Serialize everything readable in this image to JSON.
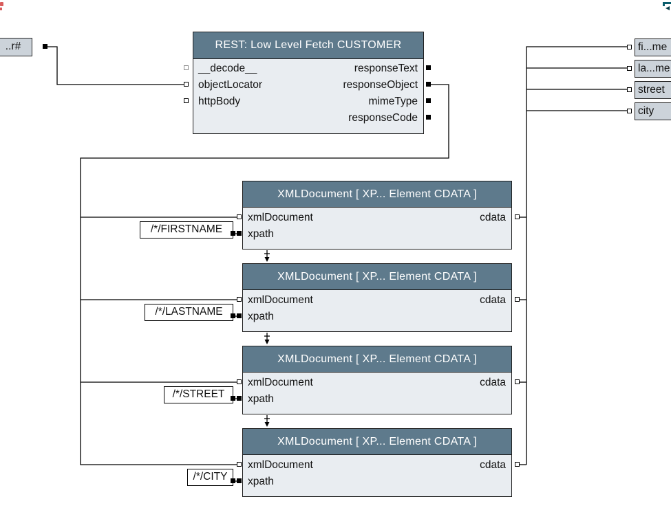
{
  "stubs": {
    "left": {
      "label": "..r#"
    },
    "right": [
      "fi...me",
      "la...me",
      "street",
      "city"
    ]
  },
  "rest_node": {
    "title": "REST: Low Level Fetch CUSTOMER",
    "inputs": [
      "__decode__",
      "objectLocator",
      "httpBody"
    ],
    "outputs": [
      "responseText",
      "responseObject",
      "mimeType",
      "responseCode"
    ]
  },
  "xml_nodes": [
    {
      "title": "XMLDocument [ XP... Element CDATA ]",
      "inputs": [
        "xmlDocument",
        "xpath"
      ],
      "output": "cdata",
      "xpath_label": "/*/FIRSTNAME"
    },
    {
      "title": "XMLDocument [ XP... Element CDATA ]",
      "inputs": [
        "xmlDocument",
        "xpath"
      ],
      "output": "cdata",
      "xpath_label": "/*/LASTNAME"
    },
    {
      "title": "XMLDocument [ XP... Element CDATA ]",
      "inputs": [
        "xmlDocument",
        "xpath"
      ],
      "output": "cdata",
      "xpath_label": "/*/STREET"
    },
    {
      "title": "XMLDocument [ XP... Element CDATA ]",
      "inputs": [
        "xmlDocument",
        "xpath"
      ],
      "output": "cdata",
      "xpath_label": "/*/CITY"
    }
  ],
  "icons": {
    "top_left": "red-asterisk-fragment-icon",
    "top_right": "teal-arrow-fragment-icon"
  },
  "colors": {
    "node_header": "#5e7a8c",
    "node_body": "#e9edf1",
    "stub_fill": "#ccd3da",
    "label_box_fill": "#ffffff",
    "wire": "#000000",
    "unconnected_port": "#8d8d8d",
    "accent_red": "#d95c5c",
    "accent_teal": "#0a5e6d"
  }
}
